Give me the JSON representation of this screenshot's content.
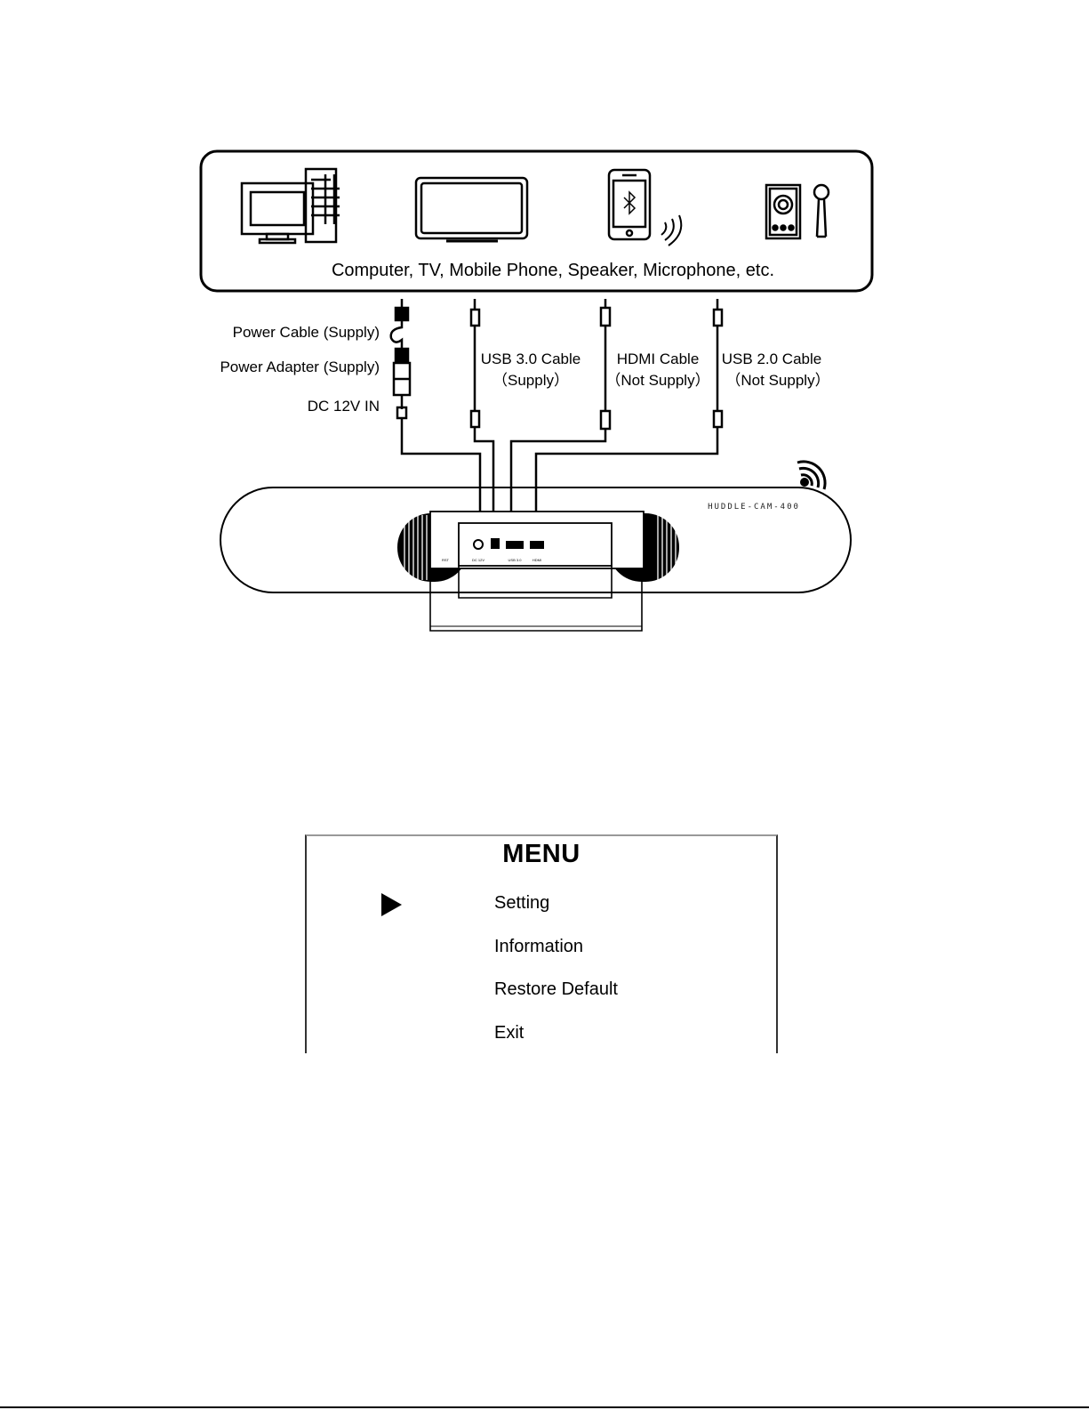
{
  "diagram": {
    "devices_caption": "Computer, TV, Mobile Phone, Speaker, Microphone, etc.",
    "devices": [
      {
        "name": "computer",
        "icon": "computer-icon"
      },
      {
        "name": "tv",
        "icon": "tv-icon"
      },
      {
        "name": "mobile-phone",
        "icon": "bluetooth-phone-icon"
      },
      {
        "name": "speaker-microphone",
        "icon": "speaker-microphone-icon"
      }
    ],
    "cables": {
      "power_cable": "Power Cable (Supply)",
      "power_adapter": "Power Adapter (Supply)",
      "dc_in": "DC 12V IN",
      "usb3_name": "USB 3.0 Cable",
      "usb3_supply": "（Supply）",
      "hdmi_name": "HDMI Cable",
      "hdmi_supply": "（Not Supply）",
      "usb2_name": "USB 2.0 Cable",
      "usb2_supply": "（Not Supply）"
    },
    "model_name": "HUDDLE-CAM-400",
    "port_labels": {
      "dc": "DC 12V",
      "usb3": "USB 3.0",
      "hdmi": "HDMI",
      "rst": "RST"
    }
  },
  "menu": {
    "title": "MENU",
    "selected_index": 0,
    "items": [
      "Setting",
      "Information",
      "Restore Default",
      "Exit"
    ]
  }
}
